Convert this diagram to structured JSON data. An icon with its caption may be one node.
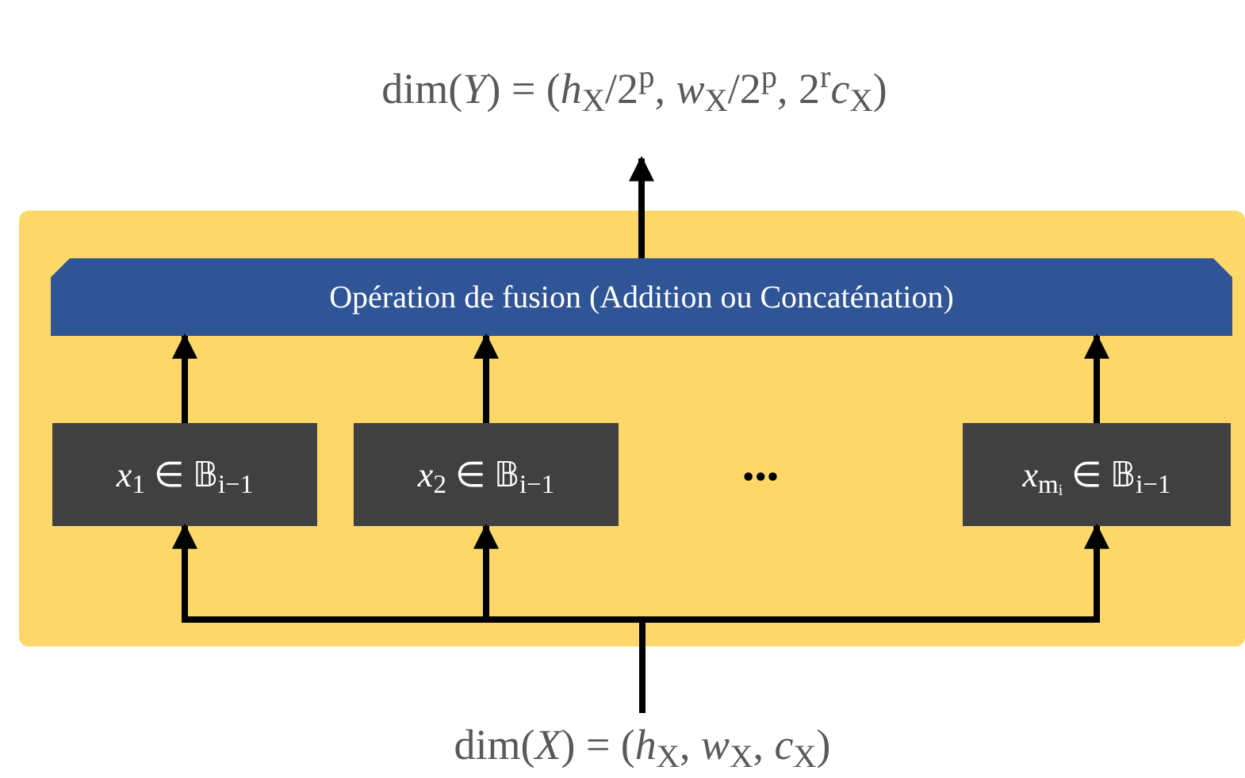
{
  "diagram": {
    "nodes": [
      {
        "text": [],
        "shape": "box"
      },
      {
        "text": [
          "Opération de fusion (Addition ou Concaténation)"
        ],
        "in": 0
      },
      {
        "text": [
          "*x*$_{1}$ ∈ 𝔹$_{i−1}$"
        ],
        "in": 0
      },
      {
        "text": [
          "*x*$_{2}$ ∈ 𝔹$_{i−1}$"
        ],
        "in": 0
      },
      {
        "text": [
          "*x*$_{mᵢ}$ ∈ 𝔹$_{i−1}$"
        ],
        "in": 0
      },
      {
        "text": [
          "dim(*Y*) = (*h*$_{X}$/2$^{p}$, *w*$_{X}$/2$^{p}$, 2$^{r}$*c*$_{X}$)"
        ]
      },
      {
        "text": [
          "dim(*X*) = (*h*$_{X}$, *w*$_{X}$, *c*$_{X}$)"
        ]
      }
    ],
    "edges": [
      {
        "from": 6,
        "to": 2,
        "arrow": "to"
      },
      {
        "from": 6,
        "to": 3,
        "arrow": "to"
      },
      {
        "from": 6,
        "to": 4,
        "arrow": "to"
      },
      {
        "from": 2,
        "to": 1,
        "arrow": "to"
      },
      {
        "from": 3,
        "to": 1,
        "arrow": "to"
      },
      {
        "from": 4,
        "to": 1,
        "arrow": "to"
      },
      {
        "from": 1,
        "to": 5,
        "arrow": "to"
      }
    ],
    "labels": [
      "•••"
    ]
  }
}
